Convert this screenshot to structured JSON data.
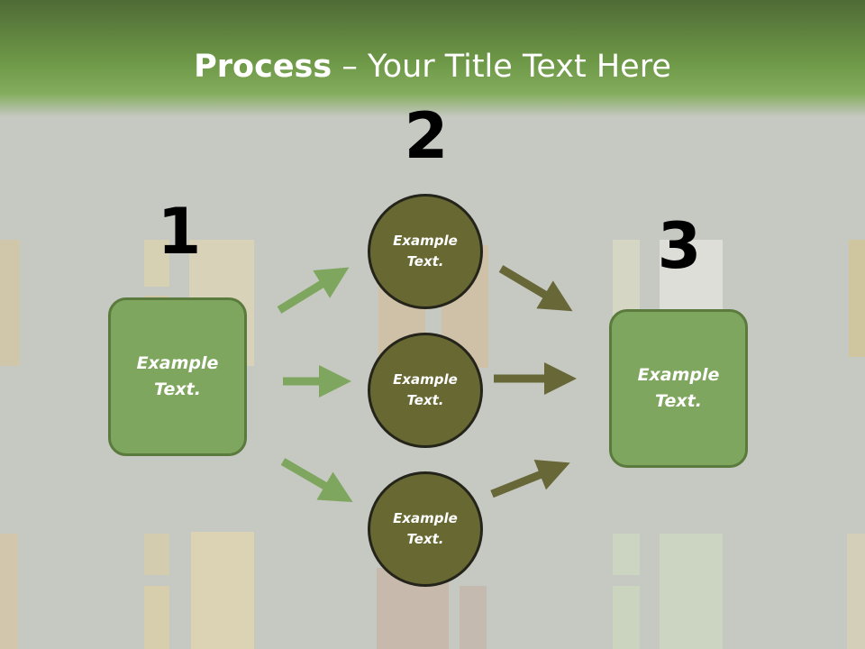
{
  "title": {
    "bold": "Process",
    "rest": " – Your Title Text Here"
  },
  "steps": {
    "one": "1",
    "two": "2",
    "three": "3"
  },
  "left_box": {
    "label": "Example\nText."
  },
  "circles": [
    {
      "label": "Example\nText."
    },
    {
      "label": "Example\nText."
    },
    {
      "label": "Example\nText."
    }
  ],
  "right_box": {
    "label": "Example\nText."
  },
  "colors": {
    "header_green": "#6f9a48",
    "box_green": "#7fa65e",
    "circle_olive": "#686833",
    "arrow_light": "#7fa65e",
    "arrow_dark": "#676737",
    "background": "#c6c8c2"
  }
}
